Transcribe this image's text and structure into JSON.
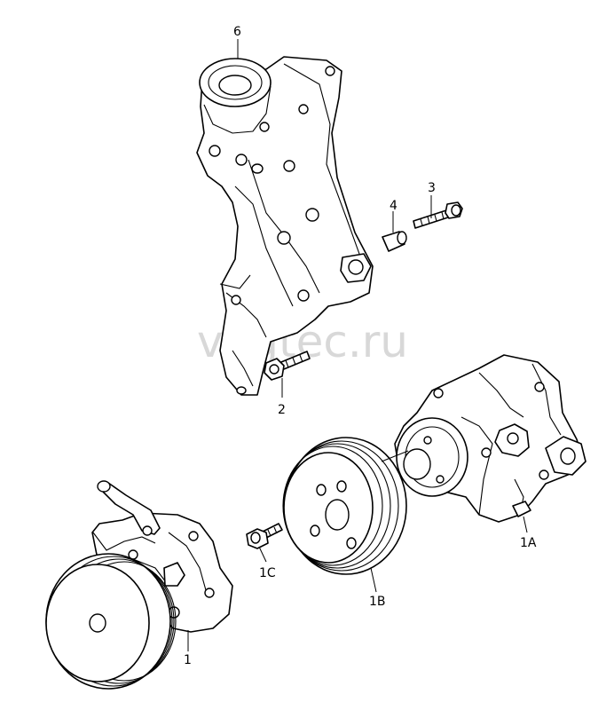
{
  "watermark": "vagtec.ru",
  "callouts": {
    "p6": "6",
    "p3": "3",
    "p4": "4",
    "p2": "2",
    "p1": "1",
    "p1A": "1A",
    "p1B": "1B",
    "p1C": "1C"
  }
}
